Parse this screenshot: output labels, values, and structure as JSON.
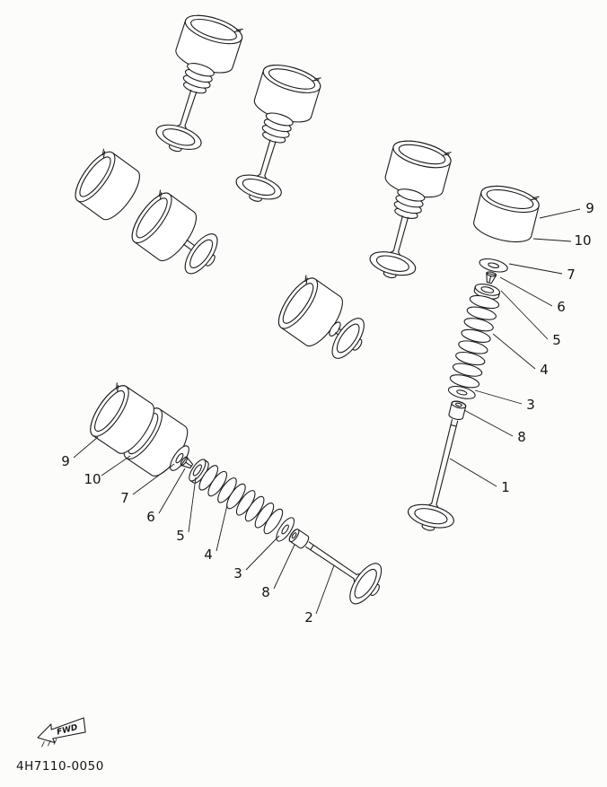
{
  "diagram": {
    "code": "4H7110-0050",
    "fwd_label": "FWD",
    "right_callouts": [
      {
        "label": "9"
      },
      {
        "label": "10"
      },
      {
        "label": "7"
      },
      {
        "label": "6"
      },
      {
        "label": "5"
      },
      {
        "label": "4"
      },
      {
        "label": "3"
      },
      {
        "label": "8"
      },
      {
        "label": "1"
      }
    ],
    "left_callouts": [
      {
        "label": "9"
      },
      {
        "label": "10"
      },
      {
        "label": "7"
      },
      {
        "label": "6"
      },
      {
        "label": "5"
      },
      {
        "label": "4"
      },
      {
        "label": "3"
      },
      {
        "label": "8"
      },
      {
        "label": "2"
      }
    ]
  }
}
